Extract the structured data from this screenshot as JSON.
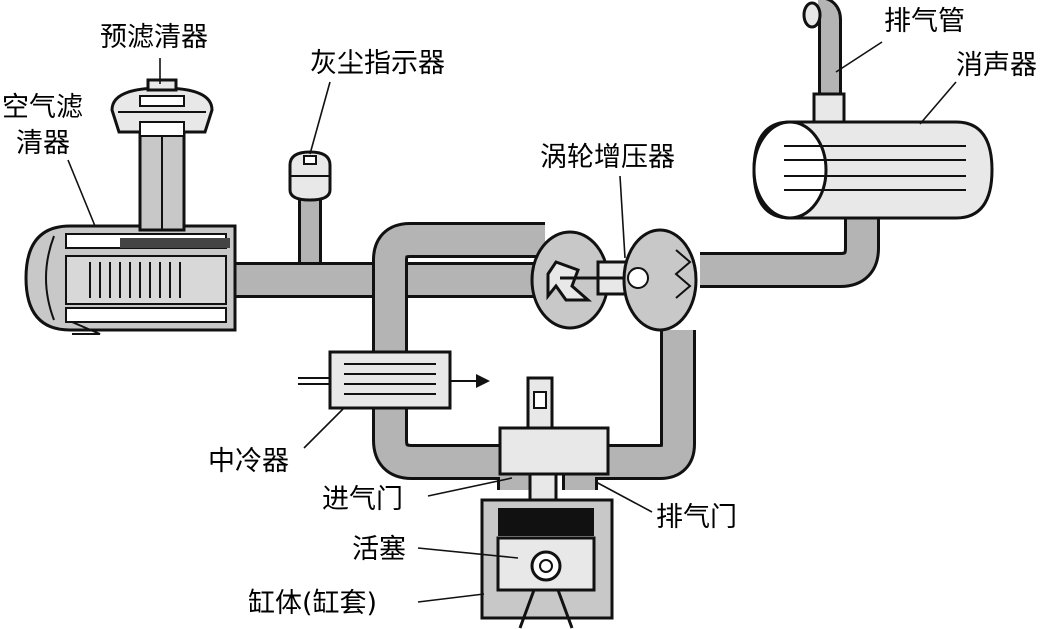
{
  "labels": {
    "pre_filter": "预滤清器",
    "air_filter_line1": "空气滤",
    "air_filter_line2": "清器",
    "dust_indicator": "灰尘指示器",
    "exhaust_pipe": "排气管",
    "muffler": "消声器",
    "turbocharger": "涡轮增压器",
    "intercooler": "中冷器",
    "intake_valve": "进气门",
    "exhaust_valve": "排气门",
    "piston": "活塞",
    "cylinder_block": "缸体(缸套)"
  }
}
